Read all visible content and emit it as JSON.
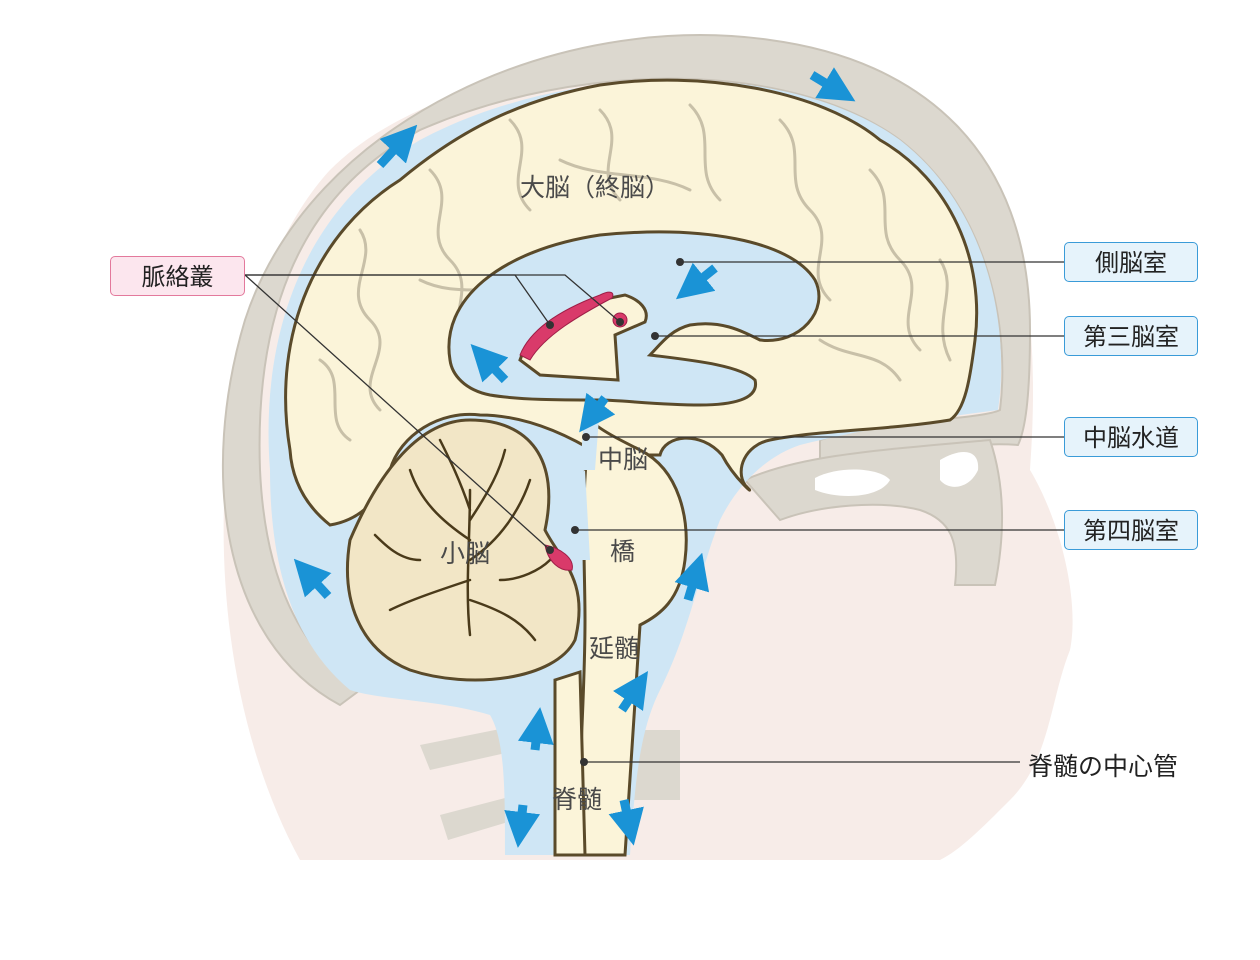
{
  "labels": {
    "cerebrum": "大脳（終脳）",
    "cerebellum": "小脳",
    "midbrain": "中脳",
    "pons": "橋",
    "medulla": "延髄",
    "spinal_cord": "脊髄"
  },
  "callouts": {
    "choroid_plexus": "脈絡叢",
    "lateral_ventricle": "側脳室",
    "third_ventricle": "第三脳室",
    "cerebral_aqueduct": "中脳水道",
    "fourth_ventricle": "第四脳室",
    "central_canal": "脊髄の中心管"
  },
  "colors": {
    "skull": "#dcd8cf",
    "csf": "#cfe6f5",
    "brain": "#fbf4d9",
    "cerebellum": "#f2e6c6",
    "outline": "#5a4a2a",
    "arrow": "#1a93d6",
    "plexus": "#d93a6a",
    "skin": "#f7ece8"
  }
}
